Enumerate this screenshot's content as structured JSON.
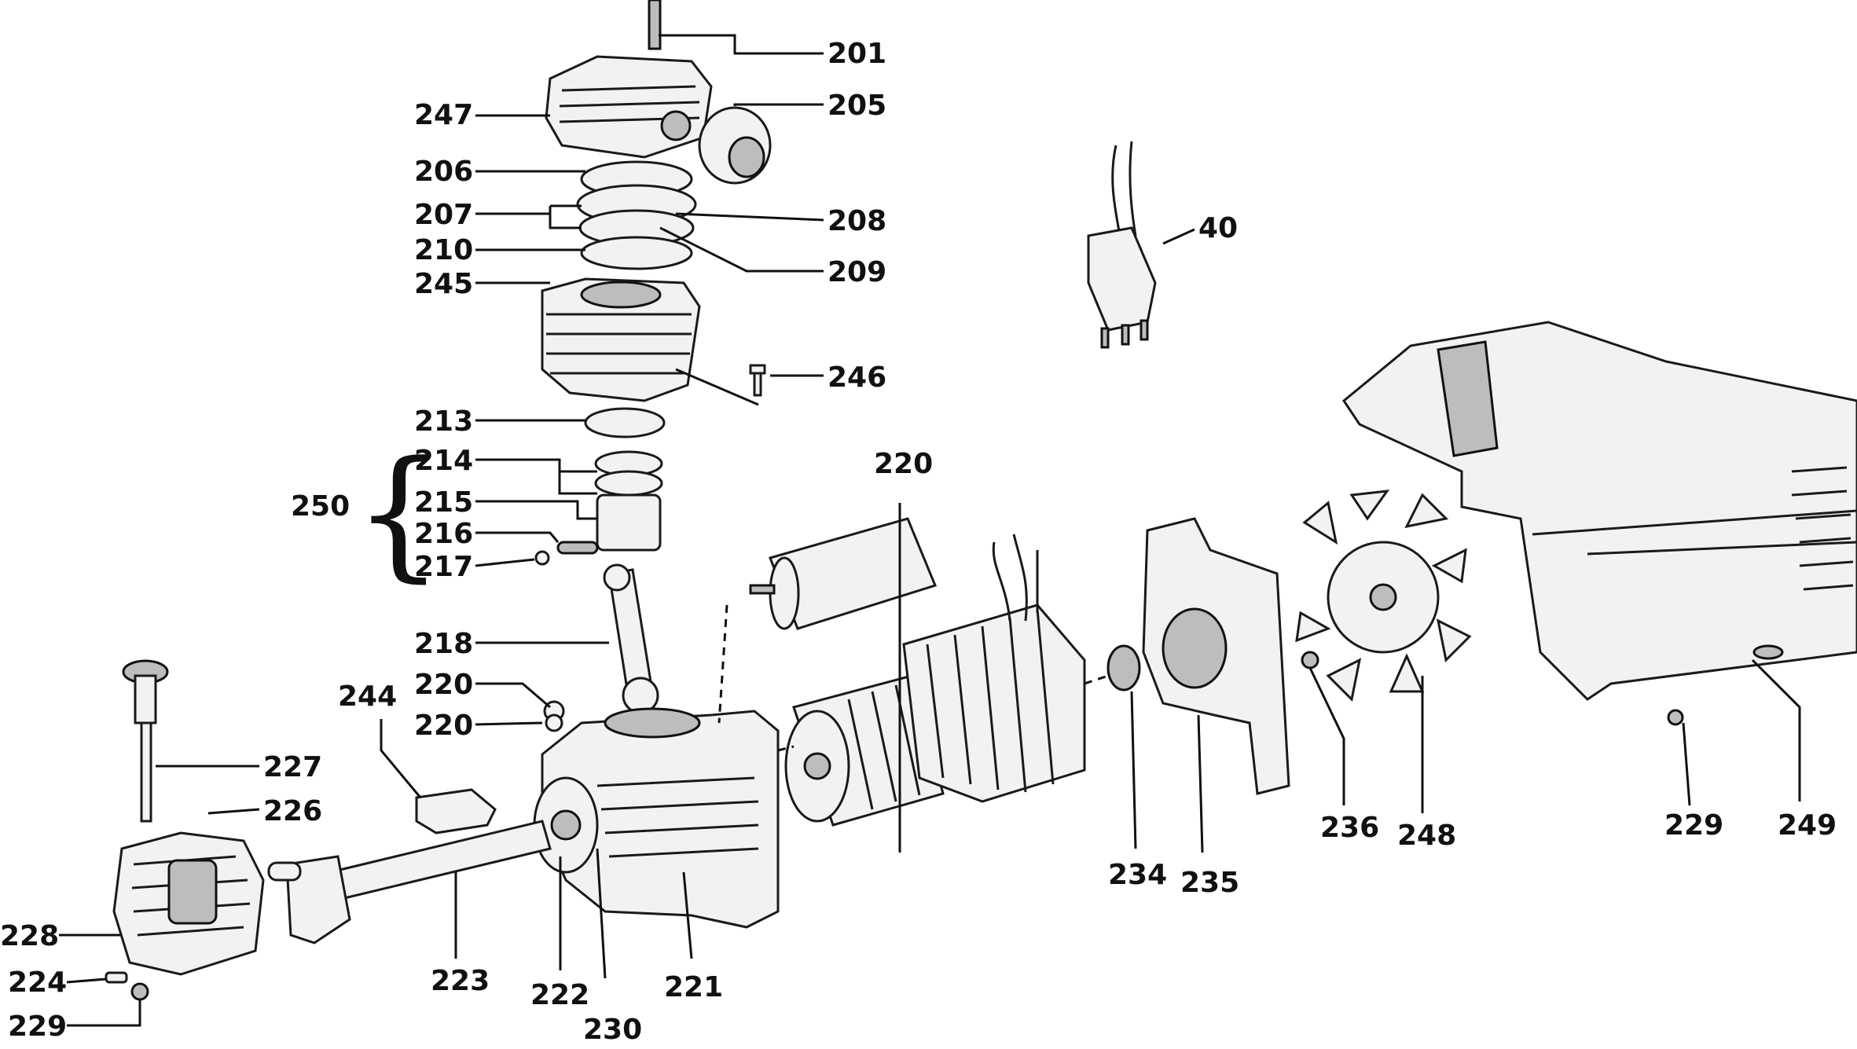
{
  "callouts": {
    "c201": "201",
    "c205": "205",
    "c206": "206",
    "c207": "207",
    "c208": "208",
    "c209": "209",
    "c210": "210",
    "c245": "245",
    "c246": "246",
    "c247": "247",
    "c213": "213",
    "c214": "214",
    "c215": "215",
    "c216": "216",
    "c217": "217",
    "c250": "250",
    "c218": "218",
    "c220a": "220",
    "c220b": "220",
    "c220c": "220",
    "c244": "244",
    "c227": "227",
    "c226": "226",
    "c228": "228",
    "c224": "224",
    "c229a": "229",
    "c223": "223",
    "c222": "222",
    "c230": "230",
    "c221": "221",
    "c40": "40",
    "c234": "234",
    "c235": "235",
    "c236": "236",
    "c248": "248",
    "c229b": "229",
    "c249": "249"
  },
  "colors": {
    "ink": "#111111",
    "paper": "#ffffff",
    "shade": "#bdbdbd"
  }
}
